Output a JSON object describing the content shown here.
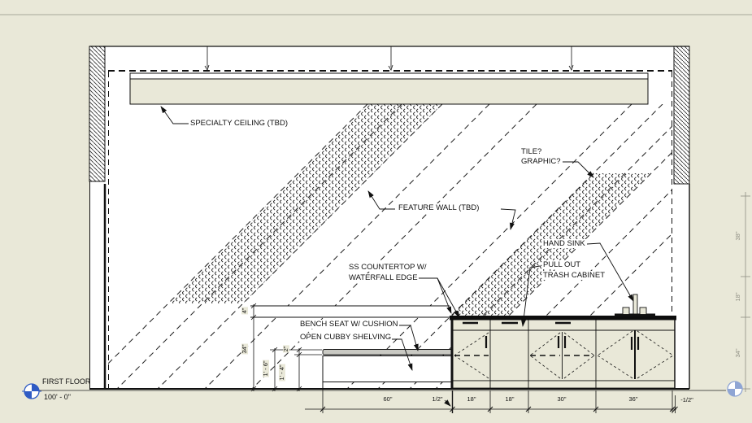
{
  "drawing": {
    "title_context": "interior elevation",
    "annotations": {
      "specialty_ceiling": "SPECIALTY CEILING (TBD)",
      "tile": "TILE?",
      "graphic": "GRAPHIC?",
      "feature_wall": "FEATURE WALL (TBD)",
      "hand_sink": "HAND SINK",
      "pull_out": "PULL OUT",
      "trash_cabinet": "TRASH CABINET",
      "ss_countertop": "SS COUNTERTOP W/",
      "waterfall_edge": "WATERFALL EDGE",
      "bench_seat": "BENCH SEAT W/ CUSHION",
      "open_cubby": "OPEN CUBBY SHELVING"
    },
    "level": {
      "name": "FIRST FLOOR",
      "elevation": "100' - 0\""
    },
    "dimensions": {
      "bottom": [
        "60\"",
        "1/2\"",
        "18\"",
        "18\"",
        "30\"",
        "36\"",
        "-1/2\""
      ],
      "left": {
        "countertop_band": "4\"",
        "counter_height": "34\"",
        "bench_seat_height": "1' - 6\"",
        "cubby_height": "1' - 4\"",
        "cushion_thickness": "2\""
      },
      "right": [
        "38\"",
        "18\"",
        "34\""
      ]
    },
    "colors": {
      "canvas": "#e9e8d8",
      "paper": "#ffffff",
      "ink": "#111111",
      "dim_gray": "#8f8f84",
      "level_head_blue": "#2f5bc4",
      "level_head_blue_faded": "#8fa5d4",
      "cushion_gray": "#c9c9c3"
    }
  }
}
